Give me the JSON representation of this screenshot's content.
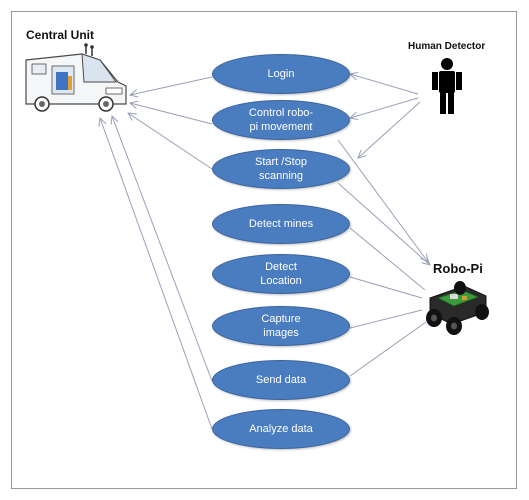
{
  "actors": {
    "central_unit": "Central Unit",
    "human_detector": "Human Detector",
    "robo_pi": "Robo-Pi"
  },
  "use_cases": [
    {
      "id": "login",
      "label": "Login"
    },
    {
      "id": "control",
      "label": "Control robo-\npi movement"
    },
    {
      "id": "scan",
      "label": "Start /Stop\nscanning"
    },
    {
      "id": "mines",
      "label": "Detect mines"
    },
    {
      "id": "location",
      "label": "Detect\nLocation"
    },
    {
      "id": "capture",
      "label": "Capture\nimages"
    },
    {
      "id": "send",
      "label": "Send data"
    },
    {
      "id": "analyze",
      "label": "Analyze data"
    }
  ],
  "colors": {
    "use_case_fill": "#4a7cc0",
    "use_case_border": "#3a64a0",
    "association_line": "#9aa0b8",
    "actor_silhouette": "#000000"
  },
  "icons": {
    "central_unit": "van-vehicle-icon",
    "human_detector": "stick-figure-icon",
    "robo_pi": "robot-car-icon"
  }
}
